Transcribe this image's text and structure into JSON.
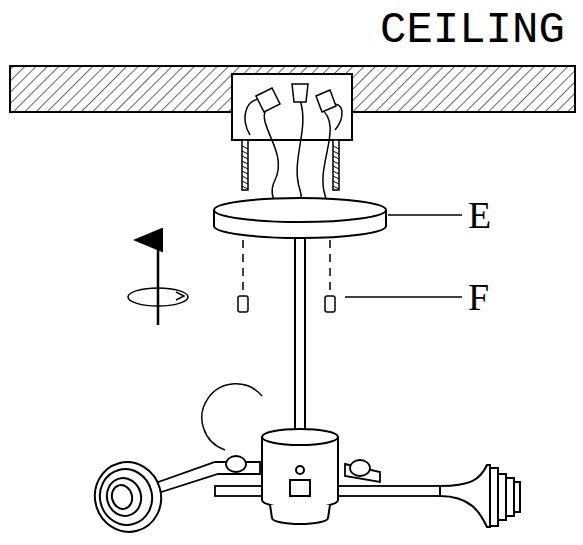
{
  "diagram": {
    "labels": [
      "CEILING",
      "E",
      "F"
    ]
  }
}
